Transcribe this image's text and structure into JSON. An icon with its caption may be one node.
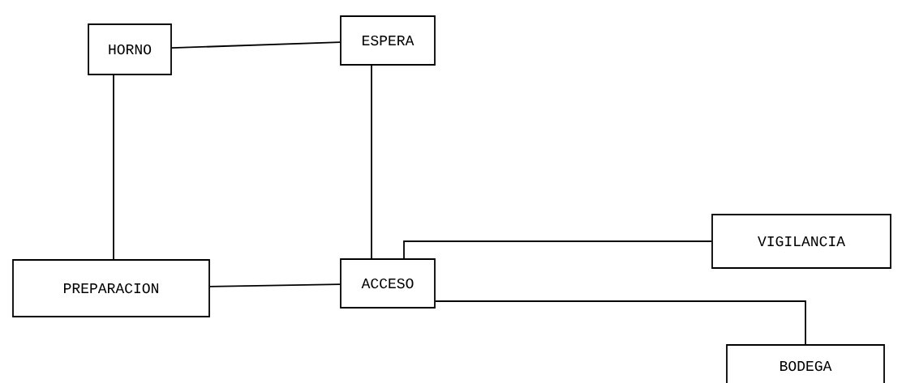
{
  "diagram": {
    "nodes": [
      {
        "text": [
          "HORNO"
        ]
      },
      {
        "text": [
          "ESPERA"
        ]
      },
      {
        "text": [
          "VIGILANCIA"
        ]
      },
      {
        "text": [
          "PREPARACION"
        ]
      },
      {
        "text": [
          "ACCESO"
        ]
      },
      {
        "text": [
          "BODEGA"
        ]
      }
    ],
    "edges": [
      {
        "from": 0,
        "to": 1,
        "arrow": "none"
      },
      {
        "from": 0,
        "to": 3,
        "arrow": "none"
      },
      {
        "from": 1,
        "to": 4,
        "arrow": "none"
      },
      {
        "from": 2,
        "to": 4,
        "arrow": "none"
      },
      {
        "from": 3,
        "to": 4,
        "arrow": "none"
      },
      {
        "from": 4,
        "to": 5,
        "arrow": "none"
      }
    ]
  }
}
